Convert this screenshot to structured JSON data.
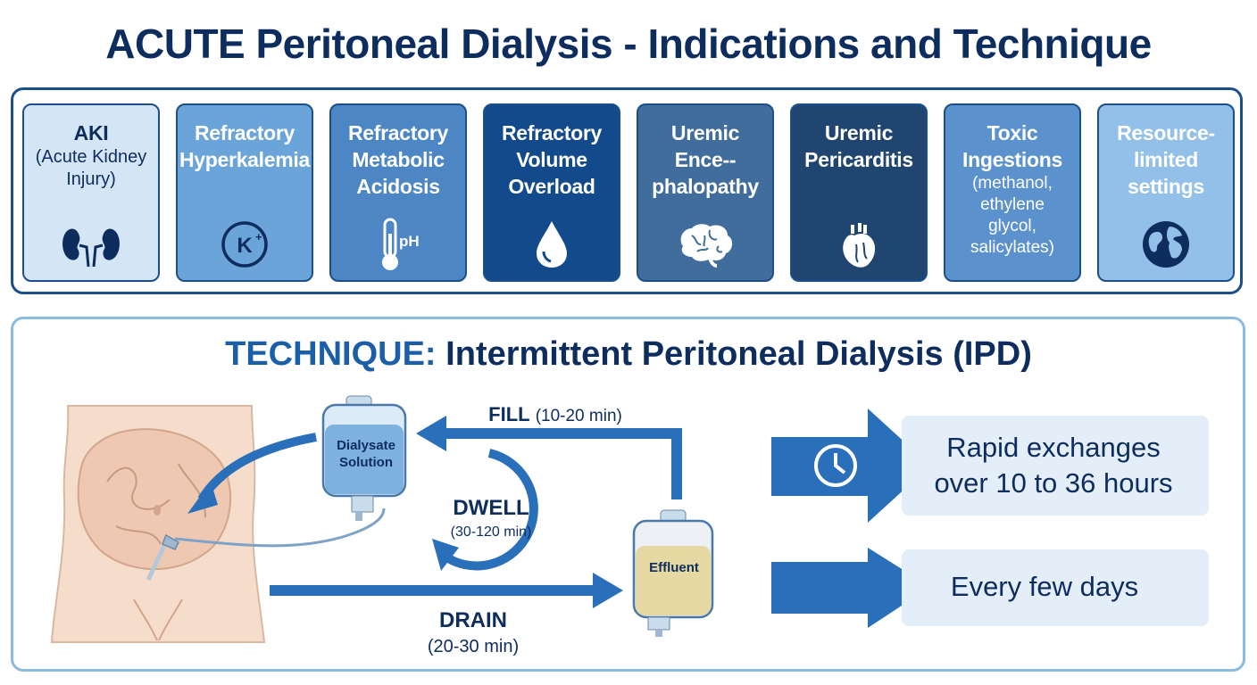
{
  "title": "ACUTE Peritoneal Dialysis - Indications and Technique",
  "indications": [
    {
      "title": "AKI",
      "subtitle": "(Acute Kidney Injury)",
      "icon": "kidneys-icon",
      "bg": "#d4e6f6",
      "fg": "#0d2d5e"
    },
    {
      "title": "Refractory Hyperkalemia",
      "subtitle": "",
      "icon": "potassium-icon",
      "bg": "#6aa4d9",
      "fg": "#ffffff"
    },
    {
      "title": "Refractory Metabolic Acidosis",
      "subtitle": "",
      "icon": "ph-thermometer-icon",
      "bg": "#4c86c4",
      "fg": "#ffffff"
    },
    {
      "title": "Refractory Volume Overload",
      "subtitle": "",
      "icon": "water-drop-icon",
      "bg": "#134a8c",
      "fg": "#ffffff"
    },
    {
      "title": "Uremic Ence-- phalopathy",
      "subtitle": "",
      "icon": "brain-icon",
      "bg": "#406d9c",
      "fg": "#ffffff"
    },
    {
      "title": "Uremic Pericarditis",
      "subtitle": "",
      "icon": "heart-icon",
      "bg": "#1f4570",
      "fg": "#ffffff"
    },
    {
      "title": "Toxic Ingestions",
      "subtitle": "(methanol, ethylene glycol, salicylates)",
      "icon": "flask-icon",
      "bg": "#5b92cd",
      "fg": "#ffffff"
    },
    {
      "title": "Resource- limited settings",
      "subtitle": "",
      "icon": "globe-icon",
      "bg": "#93c0e8",
      "fg": "#ffffff"
    }
  ],
  "technique": {
    "prefix": "TECHNIQUE:",
    "title": "Intermittent Peritoneal Dialysis (IPD)",
    "dialysate_label": "Dialysate Solution",
    "effluent_label": "Effluent",
    "fill_label": "FILL",
    "fill_time": "(10-20 min)",
    "dwell_label": "DWELL",
    "dwell_time": "(30-120 min)",
    "drain_label": "DRAIN",
    "drain_time": "(20-30 min)"
  },
  "outcomes": [
    {
      "text_line1": "Rapid exchanges",
      "text_line2": "over 10 to 36 hours",
      "icon": "clock-icon"
    },
    {
      "text_line1": "Every few days",
      "text_line2": "",
      "icon": ""
    }
  ],
  "colors": {
    "navy": "#0d2d5e",
    "accent": "#1a5fa8",
    "arrow": "#2a6fba",
    "light_box": "#e3eef9"
  }
}
